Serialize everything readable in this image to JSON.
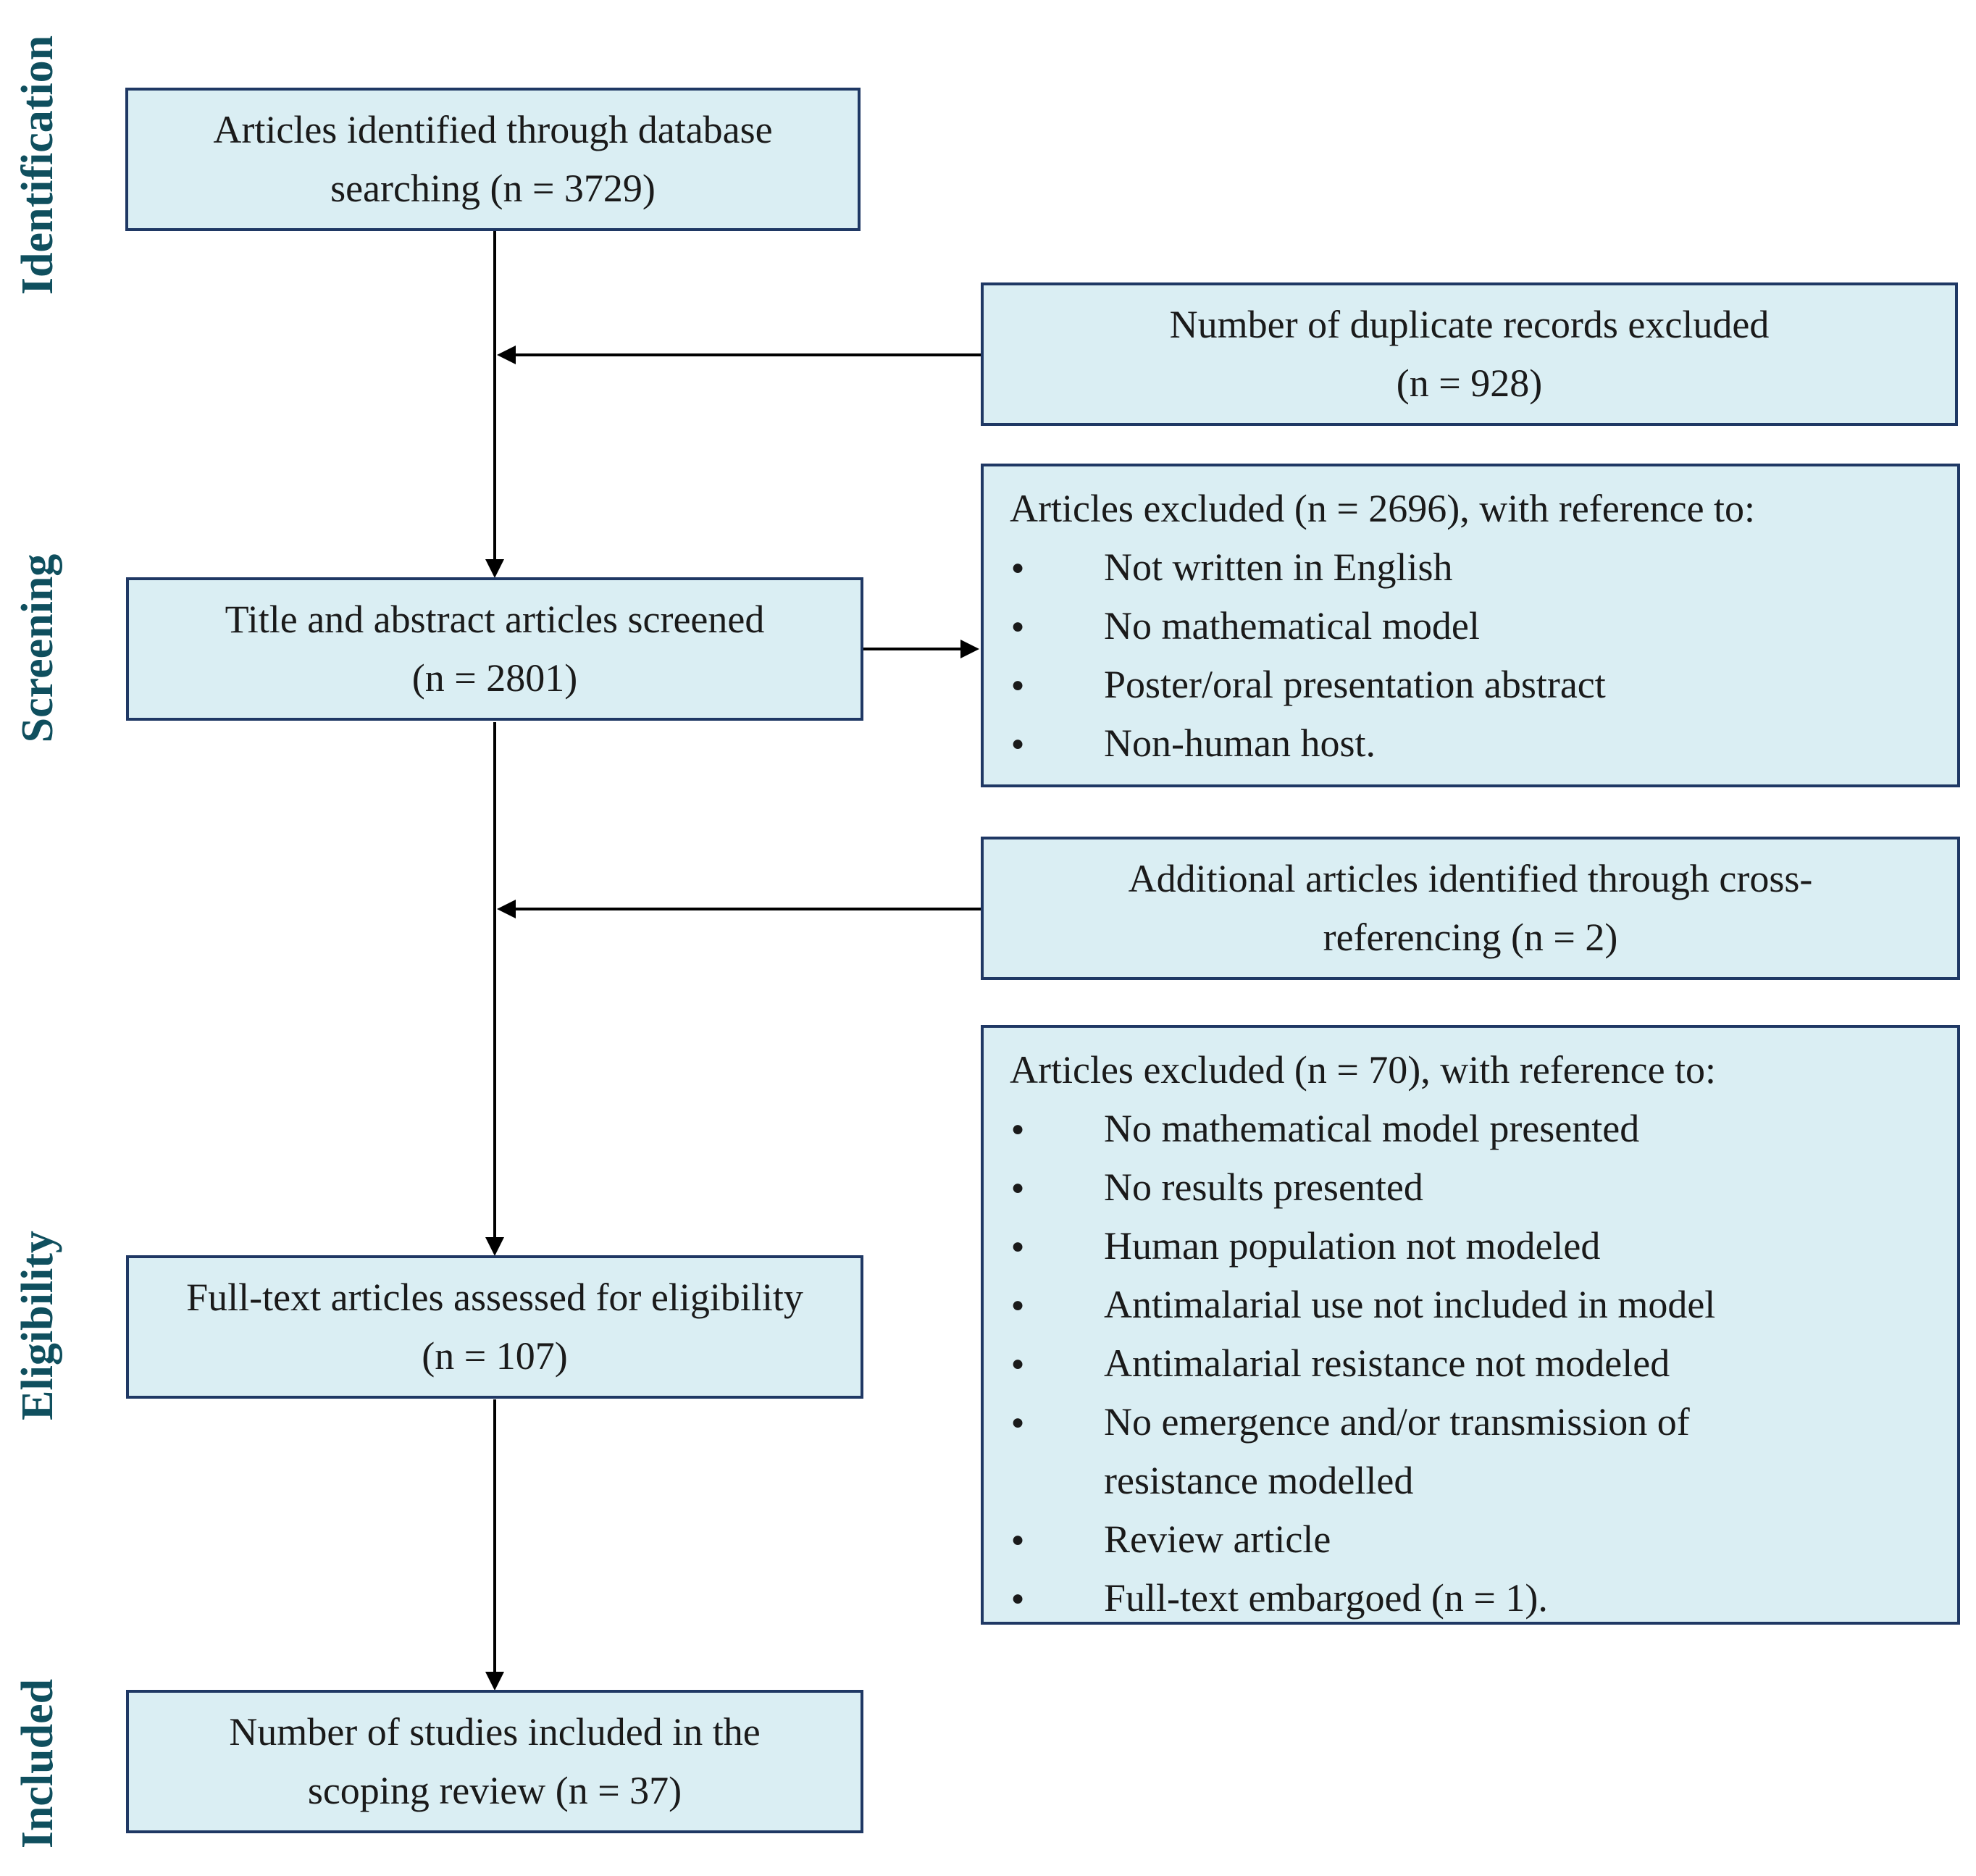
{
  "phases": {
    "identification": "Identification",
    "screening": "Screening",
    "eligibility": "Eligibility",
    "included": "Included"
  },
  "boxes": {
    "identified": {
      "lines": [
        "Articles identified through database",
        "searching (n = 3729)"
      ]
    },
    "duplicates": {
      "lines": [
        "Number of duplicate records excluded",
        "(n = 928)"
      ]
    },
    "screened": {
      "lines": [
        "Title and abstract articles screened",
        "(n = 2801)"
      ]
    },
    "excluded_screening": {
      "heading": "Articles excluded (n = 2696), with reference to:",
      "items": [
        "Not written in English",
        "No mathematical model",
        "Poster/oral presentation abstract",
        "Non-human host."
      ]
    },
    "cross_ref": {
      "lines": [
        "Additional articles identified through cross-",
        "referencing (n = 2)"
      ]
    },
    "excluded_fulltext": {
      "heading": "Articles excluded (n = 70), with reference to:",
      "items": [
        "No mathematical model presented",
        "No results presented",
        "Human population not modeled",
        "Antimalarial use not included in model",
        "Antimalarial resistance not modeled",
        "No emergence and/or transmission of\nresistance modelled",
        "Review article",
        "Full-text embargoed (n = 1)."
      ]
    },
    "assessed": {
      "lines": [
        "Full-text articles assessed for eligibility",
        "(n = 107)"
      ]
    },
    "included": {
      "lines": [
        "Number of studies included in the",
        "scoping review (n = 37)"
      ]
    }
  },
  "bullet_glyph": "●",
  "colors": {
    "box_fill": "#daeef3",
    "box_border": "#1f3864",
    "phase_text": "#0f4f5e",
    "arrow": "#000000"
  }
}
